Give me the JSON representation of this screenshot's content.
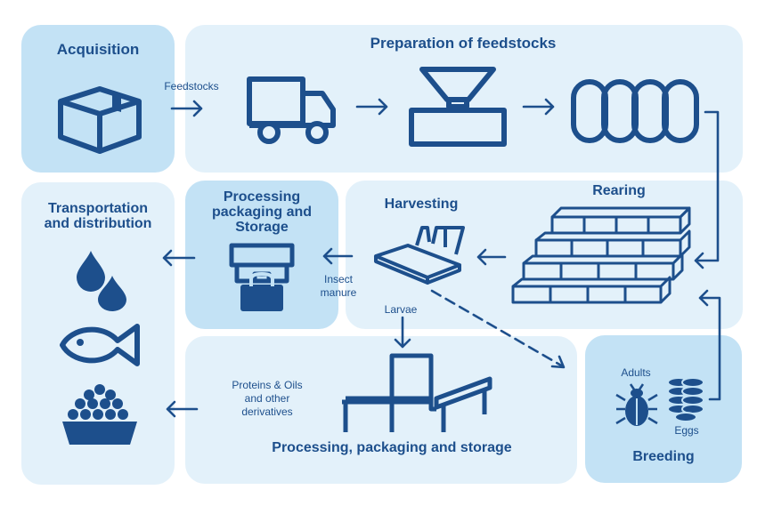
{
  "colors": {
    "primary": "#1d4f8c",
    "panel_light": "#e3f1fa",
    "panel_mid": "#c3e2f5",
    "background": "#ffffff"
  },
  "stages": {
    "acquisition": "Acquisition",
    "preparation": "Preparation of feedstocks",
    "transportation": [
      "Transportation",
      "and distribution"
    ],
    "processing_storage": [
      "Processing",
      "packaging and",
      "Storage"
    ],
    "harvesting": "Harvesting",
    "rearing": "Rearing",
    "processing_bottom": "Processing, packaging and storage",
    "breeding": "Breeding"
  },
  "labels": {
    "feedstocks": "Feedstocks",
    "insect_manure": [
      "Insect",
      "manure"
    ],
    "larvae": "Larvae",
    "proteins": [
      "Proteins & Oils",
      "and other",
      "derivatives"
    ],
    "adults": "Adults",
    "eggs": "Eggs"
  },
  "icons": [
    "box-icon",
    "truck-icon",
    "hopper-icon",
    "capsules-icon",
    "crate-stack-icon",
    "harvester-icon",
    "packaging-machine-icon",
    "water-drops-icon",
    "fish-icon",
    "pet-food-bowl-icon",
    "conveyor-icon",
    "beetle-icon",
    "eggs-cluster-icon"
  ]
}
